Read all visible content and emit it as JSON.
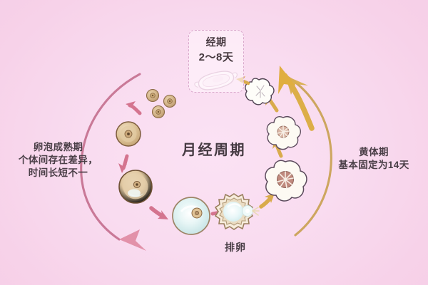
{
  "diagram": {
    "title": "月经周期",
    "center_title": "月经周期",
    "background_color": "#f7d2e9",
    "left_arc_color": "#c4708f",
    "right_arc_color": "#c9a152",
    "period_box": {
      "label": "经期",
      "duration": "2～8天",
      "border_color": "#d9a7cb",
      "icon": "sanitary-pad-icon"
    },
    "left_phase": {
      "line1": "卵泡成熟期",
      "line2": "个体间存在差异，",
      "line3": "时间长短不一"
    },
    "right_phase": {
      "line1": "黄体期",
      "line2": "基本固定为14天"
    },
    "ovulation": {
      "label": "排卵"
    },
    "stages": {
      "primordial_follicles": "primordial-follicle-cluster",
      "primary_follicle": "primary-follicle",
      "secondary_follicle": "secondary-follicle",
      "mature_follicle": "mature-graafian-follicle",
      "ruptured_follicle": "ruptured-follicle-releasing-ovum",
      "early_corpus_luteum": "early-corpus-luteum",
      "mature_corpus_luteum": "mature-corpus-luteum",
      "corpus_albicans": "corpus-albicans"
    }
  }
}
